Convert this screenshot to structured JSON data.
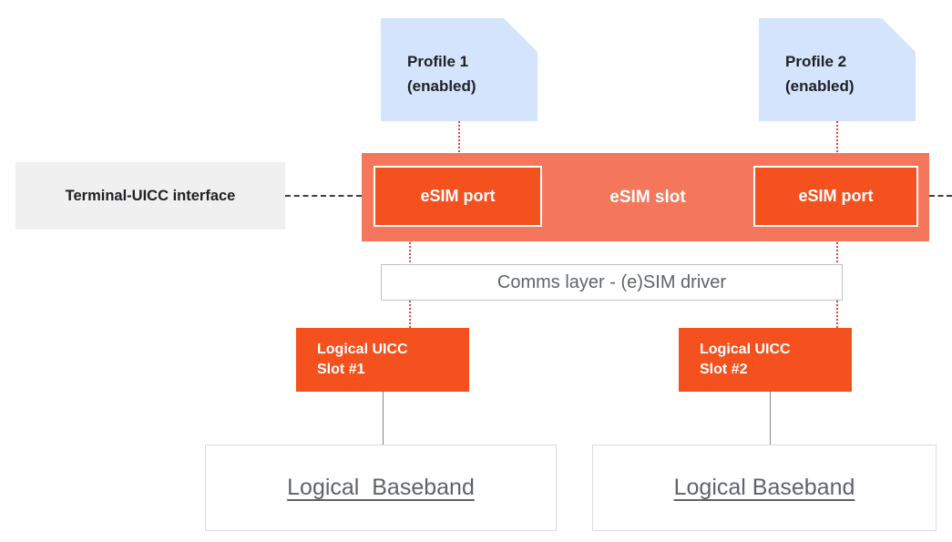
{
  "diagram": {
    "profiles": [
      {
        "name": "Profile 1",
        "state": "(enabled)"
      },
      {
        "name": "Profile 2",
        "state": "(enabled)"
      }
    ],
    "terminal_interface_label": "Terminal-UICC interface",
    "esim_slot": {
      "label": "eSIM slot",
      "ports": [
        {
          "label": "eSIM port"
        },
        {
          "label": "eSIM port"
        }
      ]
    },
    "comms_layer_label": "Comms layer - (e)SIM driver",
    "uicc_slots": [
      {
        "line1": "Logical UICC",
        "line2": "Slot #1"
      },
      {
        "line1": "Logical UICC",
        "line2": "Slot #2"
      }
    ],
    "basebands": [
      {
        "label": "Logical  Baseband"
      },
      {
        "label": "Logical Baseband"
      }
    ],
    "colors": {
      "profile_bg": "#D3E4FC",
      "esim_slot_bg": "#F4765B",
      "esim_port_bg": "#F4511E",
      "uicc_slot_bg": "#F4511E",
      "terminal_box_bg": "#F0F0F0",
      "profile_connector_red": "#E94335",
      "muted_text": "#5F6368",
      "dark_text": "#202124"
    }
  }
}
